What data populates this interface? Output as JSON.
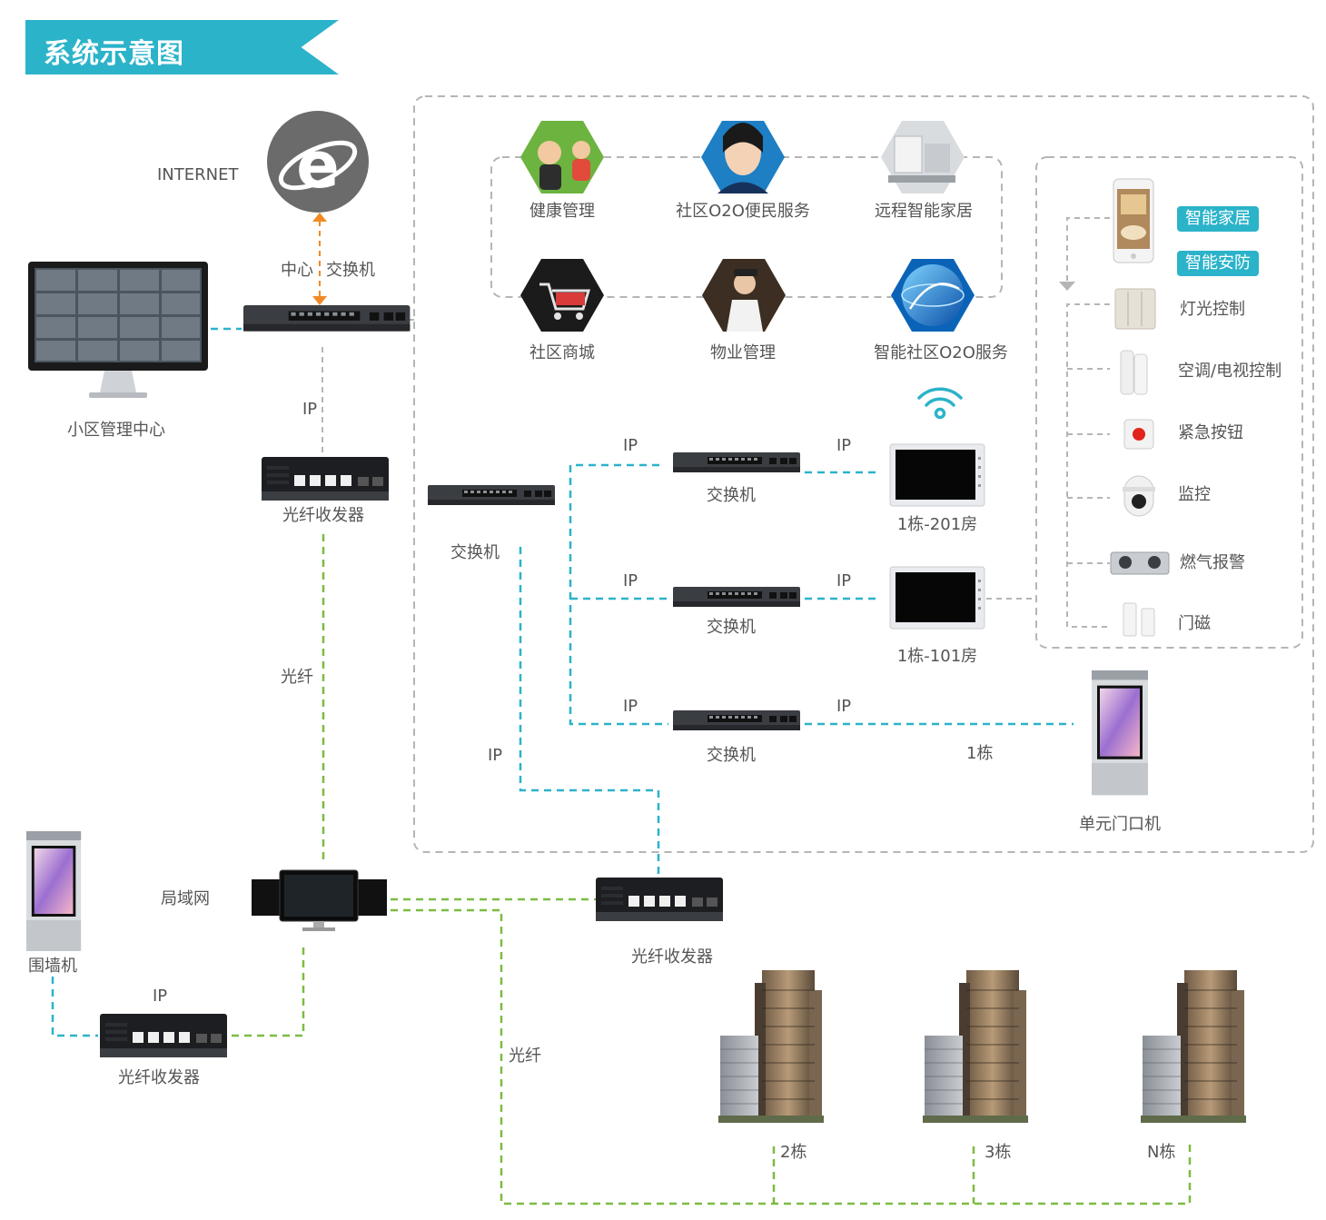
{
  "header": {
    "title": "系统示意图"
  },
  "center": {
    "internet": "INTERNET",
    "switch_left": "中心",
    "switch_right": "交换机",
    "management_center": "小区管理中心",
    "ip": "IP",
    "fiber_transceiver": "光纤收发器",
    "fiber": "光纤"
  },
  "services": [
    {
      "label": "健康管理"
    },
    {
      "label": "社区O2O便民服务"
    },
    {
      "label": "远程智能家居"
    },
    {
      "label": "社区商城"
    },
    {
      "label": "物业管理"
    },
    {
      "label": "智能社区O2O服务"
    }
  ],
  "building_network": {
    "main_switch": "交换机",
    "rows": [
      {
        "ip_left": "IP",
        "switch": "交换机",
        "ip_right": "IP",
        "device": "1栋-201房"
      },
      {
        "ip_left": "IP",
        "switch": "交换机",
        "ip_right": "IP",
        "device": "1栋-101房"
      },
      {
        "ip_left": "IP",
        "switch": "交换机",
        "ip_right": "IP",
        "device": "1栋"
      }
    ],
    "ip_vertical": "IP",
    "door_unit": "单元门口机"
  },
  "smart_home": {
    "badges": [
      "智能家居",
      "智能安防"
    ],
    "items": [
      {
        "label": "灯光控制"
      },
      {
        "label": "空调/电视控制"
      },
      {
        "label": "紧急按钮"
      },
      {
        "label": "监控"
      },
      {
        "label": "燃气报警"
      },
      {
        "label": "门磁"
      }
    ]
  },
  "lan": {
    "label": "局域网",
    "fence_unit": "围墙机",
    "ip": "IP",
    "fiber_transceiver_left": "光纤收发器",
    "fiber_transceiver_right": "光纤收发器",
    "fiber": "光纤"
  },
  "buildings": [
    {
      "label": "2栋"
    },
    {
      "label": "3栋"
    },
    {
      "label": "N栋"
    }
  ],
  "colors": {
    "teal": "#2bb3c9",
    "green": "#7dbb42",
    "gray_dash": "#b5b5b5",
    "orange": "#f08a24"
  }
}
